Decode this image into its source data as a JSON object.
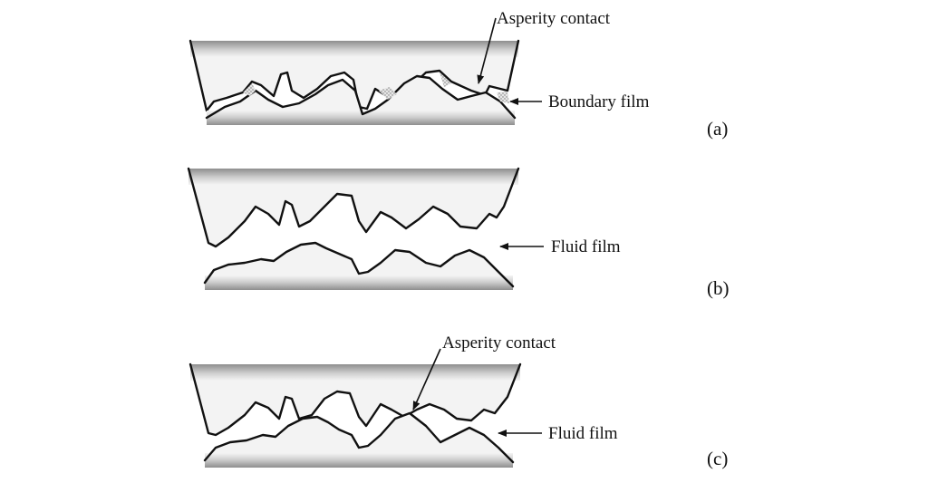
{
  "panels": [
    {
      "id": "a",
      "label": "(a)",
      "annotations": [
        "Asperity contact",
        "Boundary film"
      ]
    },
    {
      "id": "b",
      "label": "(b)",
      "annotations": [
        "Fluid film"
      ]
    },
    {
      "id": "c",
      "label": "(c)",
      "annotations": [
        "Asperity contact",
        "Fluid film"
      ]
    }
  ],
  "colors": {
    "ink": "#111111",
    "surface_band": "#9a9a9a",
    "surface_fill": "#f1f1f1",
    "boundary_film": "#c8c8c8"
  }
}
